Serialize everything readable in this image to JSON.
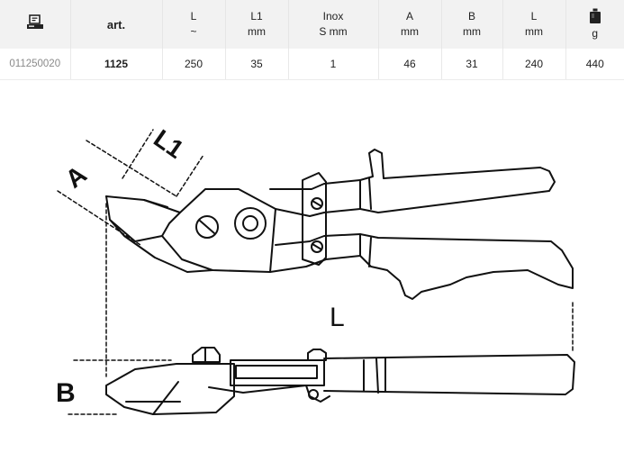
{
  "table": {
    "headers": [
      {
        "name": "code-icon",
        "line1": "",
        "line2": ""
      },
      {
        "name": "art",
        "line1": "art.",
        "line2": ""
      },
      {
        "name": "length",
        "line1": "L",
        "line2": "~"
      },
      {
        "name": "l1",
        "line1": "L1",
        "line2": "mm"
      },
      {
        "name": "inox",
        "line1": "Inox",
        "line2": "S mm"
      },
      {
        "name": "a",
        "line1": "A",
        "line2": "mm"
      },
      {
        "name": "b",
        "line1": "B",
        "line2": "mm"
      },
      {
        "name": "l-mm",
        "line1": "L",
        "line2": "mm"
      },
      {
        "name": "weight",
        "line1": "",
        "line2": "g"
      }
    ],
    "row": {
      "code": "011250020",
      "art": "1125",
      "length": "250",
      "l1": "35",
      "inox": "1",
      "a": "46",
      "b": "31",
      "l_mm": "240",
      "weight": "440"
    }
  },
  "drawing": {
    "label_a": "A",
    "label_l1": "L1",
    "label_l": "L",
    "label_b": "B"
  }
}
